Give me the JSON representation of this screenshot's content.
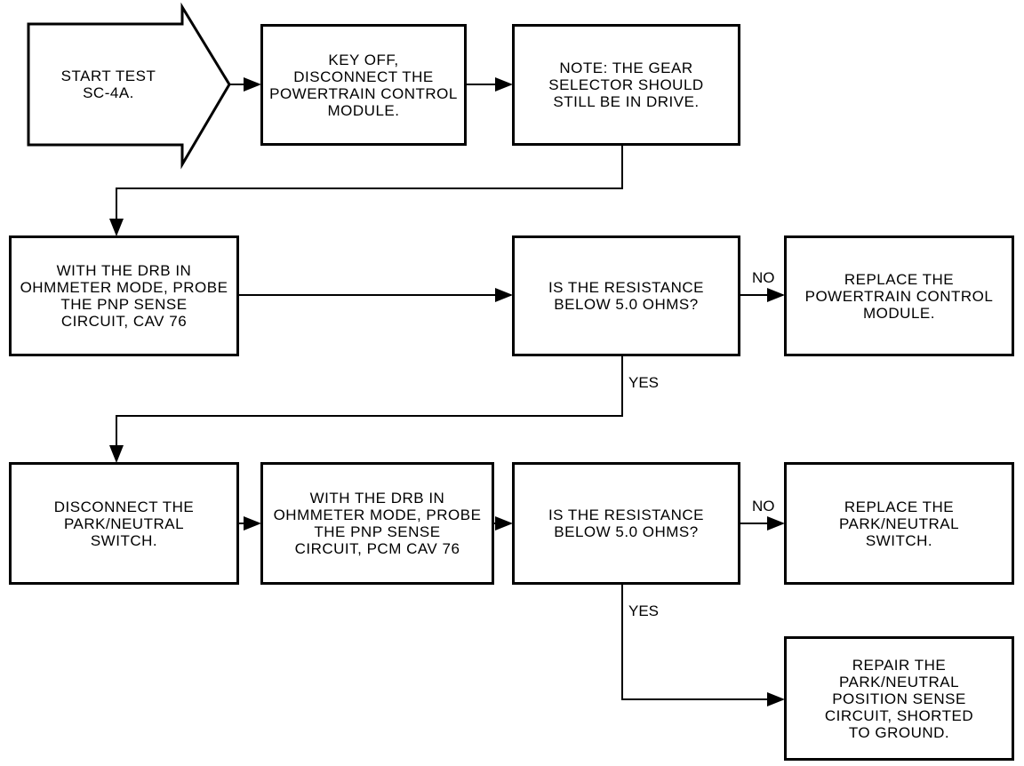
{
  "start": {
    "text": "START TEST\nSC-4A."
  },
  "steps": {
    "key_off": "KEY OFF,\nDISCONNECT THE\nPOWERTRAIN CONTROL\nMODULE.",
    "note": "NOTE: THE GEAR\nSELECTOR SHOULD\nSTILL BE IN DRIVE.",
    "probe_cav": "WITH THE DRB IN\nOHMMETER MODE, PROBE\nTHE PNP SENSE\nCIRCUIT, CAV 76",
    "decision1": "IS THE RESISTANCE\nBELOW 5.0 OHMS?",
    "replace_pcm": "REPLACE THE\nPOWERTRAIN CONTROL\nMODULE.",
    "disconnect_switch": "DISCONNECT THE\nPARK/NEUTRAL\nSWITCH.",
    "probe_pcm_cav": "WITH THE DRB IN\nOHMMETER MODE, PROBE\nTHE PNP SENSE\nCIRCUIT, PCM CAV 76",
    "decision2": "IS THE RESISTANCE\nBELOW 5.0 OHMS?",
    "replace_switch": "REPLACE THE\nPARK/NEUTRAL\nSWITCH.",
    "repair_circuit": "REPAIR THE\nPARK/NEUTRAL\nPOSITION SENSE\nCIRCUIT, SHORTED\nTO GROUND."
  },
  "labels": {
    "no1": "NO",
    "yes1": "YES",
    "no2": "NO",
    "yes2": "YES"
  }
}
